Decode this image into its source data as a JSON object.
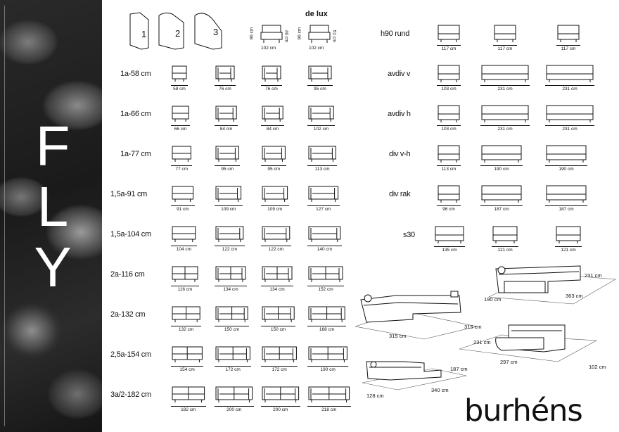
{
  "brand_letters": [
    "F",
    "L",
    "Y"
  ],
  "logo_text": "burhéns",
  "header": {
    "modules": [
      "1",
      "2",
      "3"
    ],
    "delux_title": "de lux",
    "delux_pieces": [
      {
        "height": "96 cm",
        "seat": "46 cm",
        "width": "102 cm"
      },
      {
        "height": "96 cm",
        "seat": "51 cm",
        "width": "102 cm"
      }
    ]
  },
  "left_rows": [
    {
      "label": "1a-58 cm",
      "widths": [
        "58 cm",
        "76 cm",
        "76 cm",
        "95 cm"
      ]
    },
    {
      "label": "1a-66 cm",
      "widths": [
        "66 cm",
        "84 cm",
        "84 cm",
        "102 cm"
      ]
    },
    {
      "label": "1a-77 cm",
      "widths": [
        "77 cm",
        "95 cm",
        "95 cm",
        "113 cm"
      ]
    },
    {
      "label": "1,5a-91 cm",
      "widths": [
        "91 cm",
        "109 cm",
        "109 cm",
        "127 cm"
      ]
    },
    {
      "label": "1,5a-104 cm",
      "widths": [
        "104 cm",
        "122 cm",
        "122 cm",
        "140 cm"
      ]
    },
    {
      "label": "2a-116 cm",
      "widths": [
        "116 cm",
        "134 cm",
        "134 cm",
        "152 cm"
      ]
    },
    {
      "label": "2a-132 cm",
      "widths": [
        "132 cm",
        "150 cm",
        "150 cm",
        "168 cm"
      ]
    },
    {
      "label": "2,5a-154 cm",
      "widths": [
        "154 cm",
        "172 cm",
        "172 cm",
        "190 cm"
      ]
    },
    {
      "label": "3a/2-182 cm",
      "widths": [
        "182 cm",
        "200 cm",
        "200 cm",
        "218 cm"
      ]
    }
  ],
  "right_rows": [
    {
      "label": "h90 rund",
      "widths": [
        "117 cm",
        "117 cm",
        "117 cm"
      ]
    },
    {
      "label": "avdiv v",
      "widths": [
        "103 cm",
        "231 cm",
        "231 cm"
      ]
    },
    {
      "label": "avdiv h",
      "widths": [
        "103 cm",
        "231 cm",
        "231 cm"
      ]
    },
    {
      "label": "div v-h",
      "widths": [
        "113 cm",
        "190 cm",
        "190 cm"
      ]
    },
    {
      "label": "div rak",
      "widths": [
        "96 cm",
        "187 cm",
        "187 cm"
      ]
    },
    {
      "label": "s30",
      "widths": [
        "135 cm",
        "121 cm",
        "121 cm"
      ]
    }
  ],
  "corner_sofas": [
    {
      "a": "231 cm",
      "b": "190 cm",
      "c": "363 cm"
    },
    {
      "a": "315 cm",
      "b": "315 cm"
    },
    {
      "a": "231 cm",
      "b": "297 cm",
      "c": "102 cm"
    },
    {
      "a": "187 cm",
      "b": "340 cm",
      "c": "128 cm"
    }
  ]
}
